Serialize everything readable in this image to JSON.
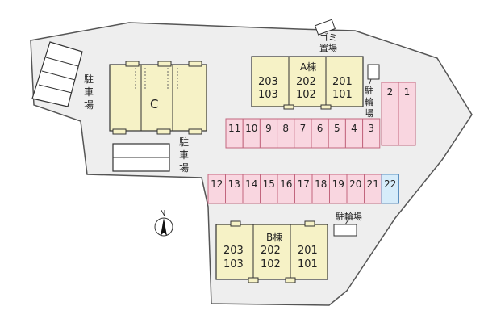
{
  "building_a": {
    "label": "A棟",
    "units": [
      [
        "203",
        "103"
      ],
      [
        "202",
        "102"
      ],
      [
        "201",
        "101"
      ]
    ]
  },
  "building_b": {
    "label": "B棟",
    "units": [
      [
        "203",
        "103"
      ],
      [
        "202",
        "102"
      ],
      [
        "201",
        "101"
      ]
    ]
  },
  "building_c": {
    "label": "C"
  },
  "labels": {
    "garbage": [
      "ゴミ",
      "置場"
    ],
    "parking_left": [
      "駐",
      "車",
      "場"
    ],
    "parking_center": [
      "駐",
      "車",
      "場"
    ],
    "bike_right": [
      "駐",
      "輪",
      "場"
    ],
    "bike_bottom": "駐輪場",
    "north": "N"
  },
  "parking_top_row": [
    "11",
    "10",
    "9",
    "8",
    "7",
    "6",
    "5",
    "4",
    "3"
  ],
  "parking_right_col": [
    "2",
    "1"
  ],
  "parking_bottom_row": [
    "12",
    "13",
    "14",
    "15",
    "16",
    "17",
    "18",
    "19",
    "20",
    "21",
    "22"
  ],
  "colors": {
    "parking_pink": "#f9d6e0",
    "parking_stroke": "#c2667e",
    "highlight_blue": "#d6ecfa",
    "highlight_stroke": "#5b8fbf",
    "building_yellow": "#f6f2c6",
    "site_fill": "#eeeeee"
  }
}
